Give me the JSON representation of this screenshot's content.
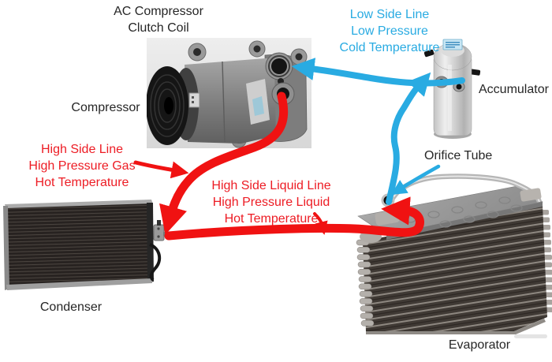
{
  "background": "#ffffff",
  "title_block": {
    "line1": "AC Compressor",
    "line2": "Clutch Coil"
  },
  "labels": {
    "compressor": "Compressor",
    "accumulator": "Accumulator",
    "orifice_tube": "Orifice Tube",
    "condenser": "Condenser",
    "evaporator": "Evaporator"
  },
  "annotations": {
    "low_side": {
      "color": "#29abe2",
      "line1": "Low Side Line",
      "line2": "Low Pressure",
      "line3": "Cold Temperature"
    },
    "high_side_gas": {
      "color": "#ed1c24",
      "line1": "High Side Line",
      "line2": "High Pressure Gas",
      "line3": "Hot Temperature"
    },
    "high_side_liquid": {
      "color": "#ed1c24",
      "line1": "High Side Liquid Line",
      "line2": "High Pressure Liquid",
      "line3": "Hot Temperature"
    }
  },
  "colors": {
    "low_side_arrow": "#29abe2",
    "high_side_arrow": "#f01212",
    "label_text": "#262626"
  }
}
